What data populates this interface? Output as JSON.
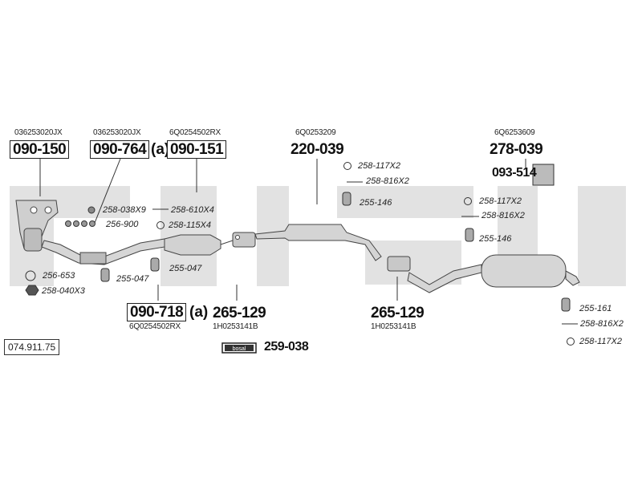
{
  "reference_number": "074.911.75",
  "accent_color": "#dddddd",
  "bosal_label": "bosal",
  "oe_numbers": {
    "oe_a": "036253020JX",
    "oe_b": "036253020JX",
    "oe_c": "6Q0254502RX",
    "oe_d": "6Q0253209",
    "oe_e": "6Q6253609",
    "oe_f": "6Q0254502RX",
    "oe_g": "1H0253141B",
    "oe_h": "1H0253141B"
  },
  "part_numbers": {
    "p_090_150": "090-150",
    "p_090_764": "090-764",
    "p_090_151": "090-151",
    "p_220_039": "220-039",
    "p_278_039": "278-039",
    "p_093_514": "093-514",
    "p_090_718": "090-718",
    "p_265_129_a": "265-129",
    "p_265_129_b": "265-129",
    "p_259_038": "259-038",
    "suffix_a": "(a)"
  },
  "accessories": {
    "a_258_038x9": "258-038X9",
    "a_256_900": "256-900",
    "a_258_610x4": "258-610X4",
    "a_258_115x4": "258-115X4",
    "a_256_653": "256-653",
    "a_258_040x3": "258-040X3",
    "a_255_047_a": "255-047",
    "a_255_047_b": "255-047",
    "a_258_117x2_a": "258-117X2",
    "a_258_816x2_a": "258-816X2",
    "a_255_146_a": "255-146",
    "a_258_117x2_b": "258-117X2",
    "a_258_816x2_b": "258-816X2",
    "a_255_146_b": "255-146",
    "a_255_161": "255-161",
    "a_258_816x2_c": "258-816X2",
    "a_258_117x2_c": "258-117X2"
  }
}
